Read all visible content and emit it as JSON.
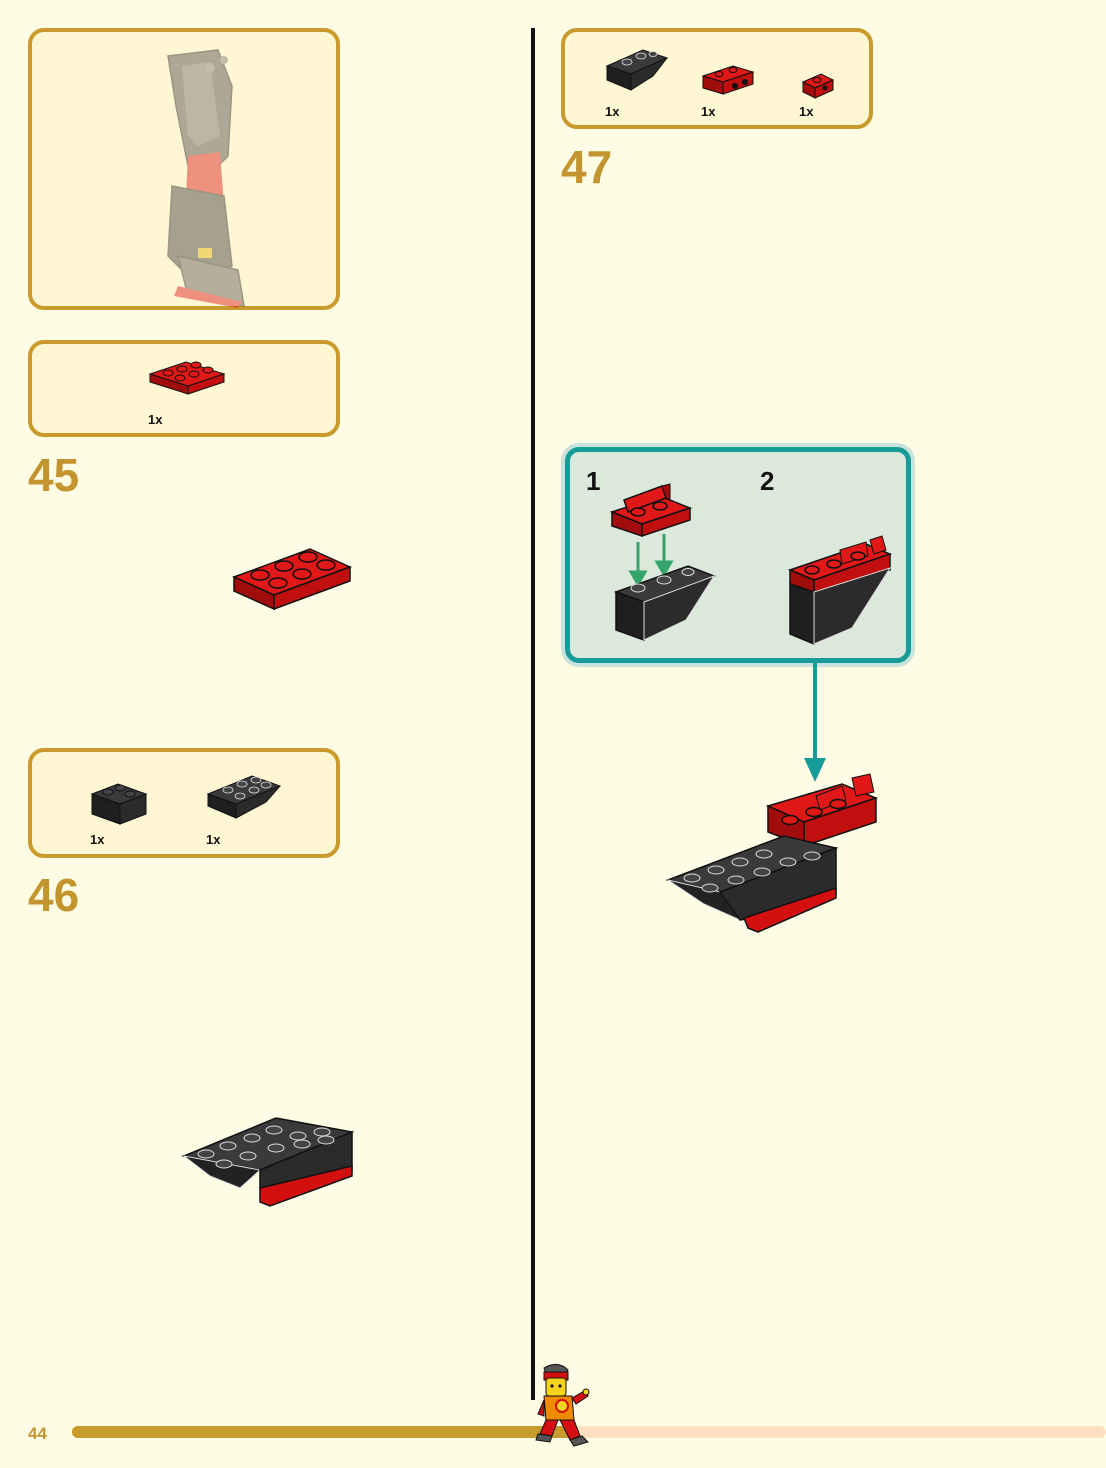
{
  "page": {
    "number": "44",
    "progress_fraction": 0.49
  },
  "colors": {
    "panel_border": "#c99a2c",
    "panel_fill": "#fff7d4",
    "step_number": "#c4952e",
    "callout_border": "#179b98",
    "callout_fill": "#dde8dc",
    "arrow_green": "#35a46a",
    "brick_red": "#d40f0f",
    "brick_black": "#2b2b2b",
    "background": "#fefce4"
  },
  "left_column": {
    "model_preview": {
      "icon": "assembled-leg-preview"
    },
    "step45": {
      "number": "45",
      "parts": [
        {
          "qty": "1x",
          "icon": "red-plate-2x3"
        }
      ],
      "assembly": {
        "icon": "red-plate-2x3-assembly"
      }
    },
    "step46": {
      "number": "46",
      "parts": [
        {
          "qty": "1x",
          "icon": "black-brick-corner"
        },
        {
          "qty": "1x",
          "icon": "black-slope-inverted"
        }
      ],
      "assembly": {
        "icon": "black-red-assembly"
      }
    }
  },
  "right_column": {
    "step47": {
      "number": "47",
      "parts": [
        {
          "qty": "1x",
          "icon": "black-slope-inverted-small"
        },
        {
          "qty": "1x",
          "icon": "red-bracket-plate"
        },
        {
          "qty": "1x",
          "icon": "red-bracket-small"
        }
      ],
      "callout": {
        "substeps": [
          {
            "label": "1",
            "icon": "substep-1-assembly"
          },
          {
            "label": "2",
            "icon": "substep-2-assembly"
          }
        ]
      },
      "assembly": {
        "icon": "step47-assembly"
      }
    }
  },
  "footer": {
    "mascot_icon": "minifigure-runner-icon"
  }
}
